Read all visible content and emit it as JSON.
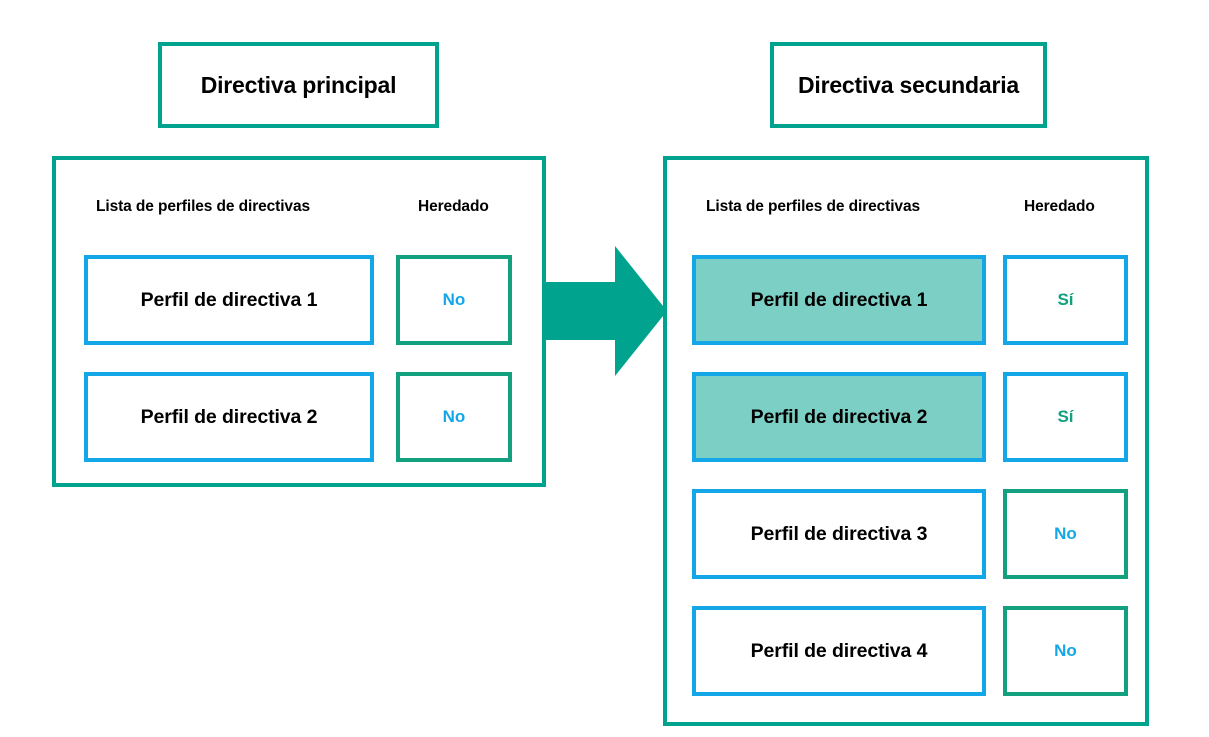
{
  "diagram": {
    "type": "flow",
    "direction": "left-to-right",
    "colors": {
      "panel_border": "#00a38d",
      "profile_border": "#13a7e8",
      "inherit_border_teal": "#13a07e",
      "inherit_border_blue": "#13a7e8",
      "highlight_fill": "#7ccfc4",
      "value_no": "#13a7e8",
      "value_si": "#12a07e",
      "arrow_fill": "#00a38d",
      "text": "#000000",
      "background": "#ffffff"
    },
    "arrow": {
      "name": "right-arrow",
      "direction": "right"
    }
  },
  "primary": {
    "title": "Directiva principal",
    "headers": {
      "profiles": "Lista de perfiles de directivas",
      "inherited": "Heredado"
    },
    "rows": [
      {
        "profile": "Perfil de directiva 1",
        "inherited": "No",
        "highlighted": false,
        "inherit_border": "teal"
      },
      {
        "profile": "Perfil de directiva 2",
        "inherited": "No",
        "highlighted": false,
        "inherit_border": "teal"
      }
    ]
  },
  "secondary": {
    "title": "Directiva secundaria",
    "headers": {
      "profiles": "Lista de perfiles de directivas",
      "inherited": "Heredado"
    },
    "rows": [
      {
        "profile": "Perfil de directiva 1",
        "inherited": "Sí",
        "highlighted": true,
        "inherit_border": "blue"
      },
      {
        "profile": "Perfil de directiva 2",
        "inherited": "Sí",
        "highlighted": true,
        "inherit_border": "blue"
      },
      {
        "profile": "Perfil de directiva 3",
        "inherited": "No",
        "highlighted": false,
        "inherit_border": "teal"
      },
      {
        "profile": "Perfil de directiva 4",
        "inherited": "No",
        "highlighted": false,
        "inherit_border": "teal"
      }
    ]
  }
}
